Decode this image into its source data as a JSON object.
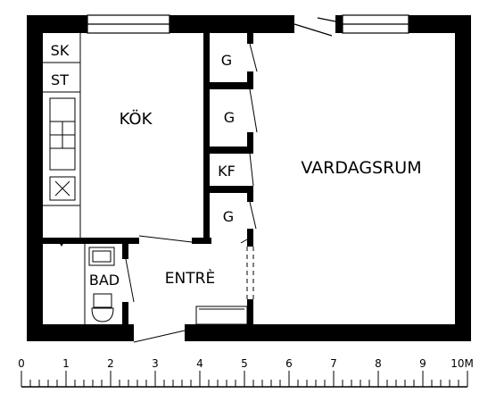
{
  "rooms": {
    "kitchen": "KÖK",
    "living_room": "VARDAGSRUM",
    "entrance": "ENTRÈ",
    "bathroom": "BAD"
  },
  "closets": {
    "sk": "SK",
    "st": "ST",
    "g1": "G",
    "g2": "G",
    "kf": "KF",
    "g3": "G"
  },
  "scale": {
    "labels": [
      "0",
      "1",
      "2",
      "3",
      "4",
      "5",
      "6",
      "7",
      "8",
      "9",
      "10M"
    ]
  },
  "colors": {
    "wall": "#000000",
    "background": "#ffffff"
  }
}
